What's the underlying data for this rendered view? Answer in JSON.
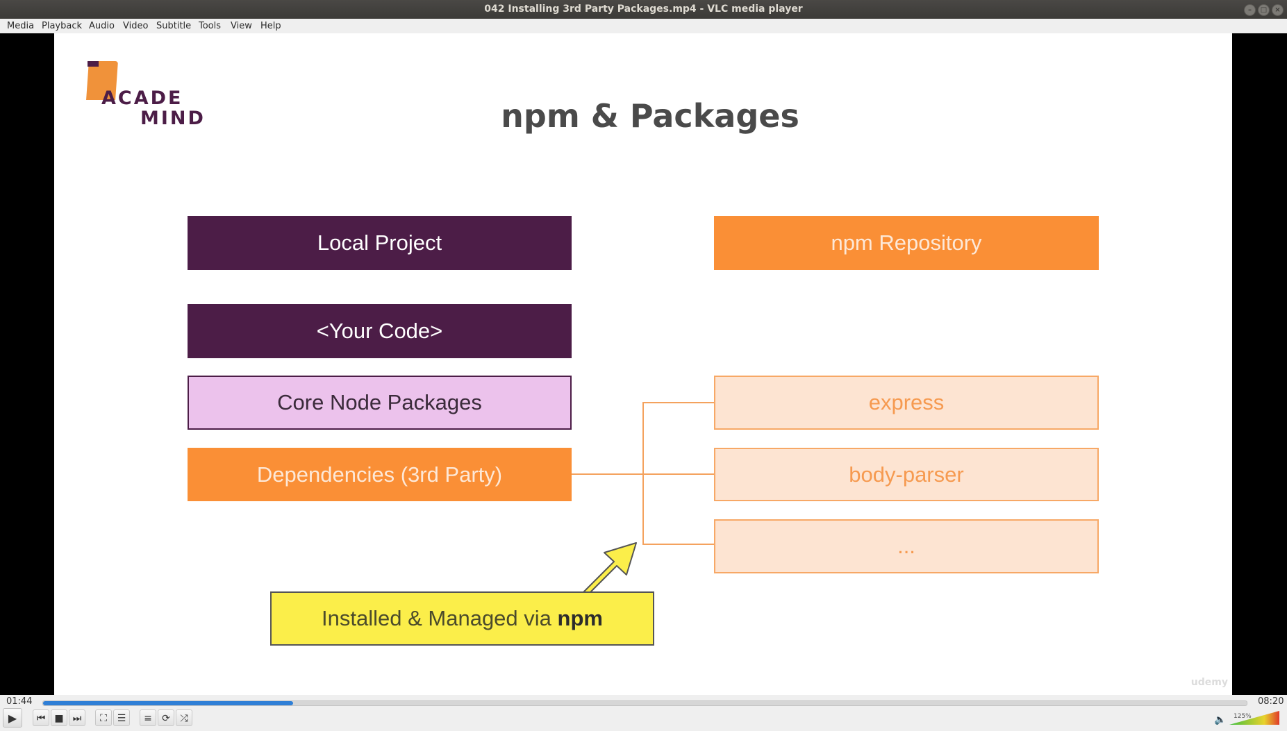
{
  "window": {
    "title": "042 Installing 3rd Party Packages.mp4 - VLC media player"
  },
  "menu": [
    {
      "label": "Media"
    },
    {
      "label": "Playback"
    },
    {
      "label": "Audio"
    },
    {
      "label": "Video"
    },
    {
      "label": "Subtitle"
    },
    {
      "label": "Tools"
    },
    {
      "label": "View"
    },
    {
      "label": "Help"
    }
  ],
  "slide": {
    "logo_line1": "ACADE",
    "logo_line2": "MIND",
    "title": "npm & Packages",
    "local_project": "Local Project",
    "your_code": "<Your Code>",
    "core_node_packages": "Core Node Packages",
    "dependencies": "Dependencies (3rd Party)",
    "npm_repository": "npm Repository",
    "express": "express",
    "body_parser": "body-parser",
    "more": "...",
    "installed_prefix": "Installed & Managed via ",
    "installed_bold": "npm",
    "watermark": "udemy",
    "colors": {
      "purple": "#4c1d47",
      "orange": "#fa8f36",
      "lavender": "#ecc2ec",
      "peach": "#fde4d2",
      "yellow": "#fbee4a"
    }
  },
  "player": {
    "elapsed": "01:44",
    "total": "08:20",
    "progress_fraction": 0.208,
    "volume": "125%",
    "buttons": [
      "play-icon",
      "previous-icon",
      "stop-icon",
      "next-icon",
      "fullscreen-icon",
      "extended-settings-icon",
      "playlist-icon",
      "loop-icon",
      "shuffle-icon"
    ]
  }
}
